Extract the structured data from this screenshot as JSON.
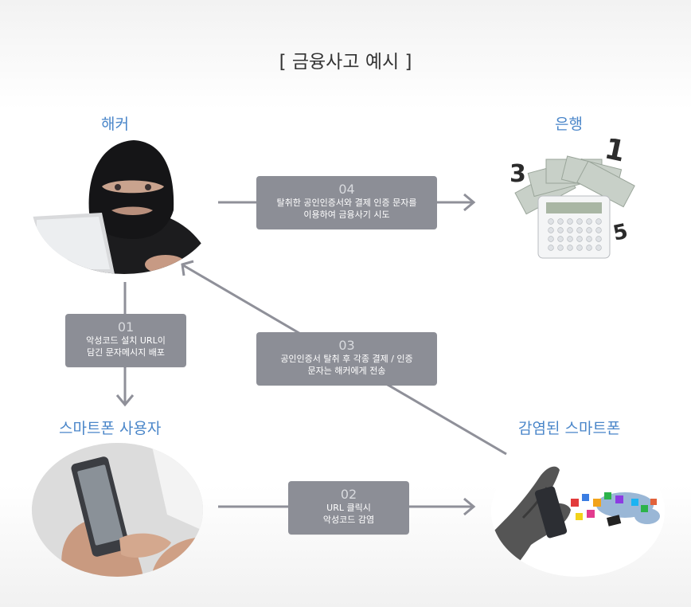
{
  "title": "[ 금융사고 예시 ]",
  "nodes": {
    "hacker": "해커",
    "bank": "은행",
    "user": "스마트폰 사용자",
    "infected": "감염된 스마트폰"
  },
  "steps": [
    {
      "num": "01",
      "text": "악성코드 설치 URL이\n담긴 문자메시지 배포"
    },
    {
      "num": "02",
      "text": "URL 클릭시\n악성코드 감염"
    },
    {
      "num": "03",
      "text": "공인인증서 탈취 후 각종 결제 / 인증\n문자는 해커에게 전송"
    },
    {
      "num": "04",
      "text": "탈취한 공인인증서와 결제 인증 문자를\n이용하여 금융사기 시도"
    }
  ],
  "bank_image_numbers": {
    "left": "3",
    "top": "1",
    "right": "5"
  },
  "colors": {
    "accent": "#4a86c9",
    "step_box": "#8c8e96",
    "arrow": "#8f9099"
  }
}
